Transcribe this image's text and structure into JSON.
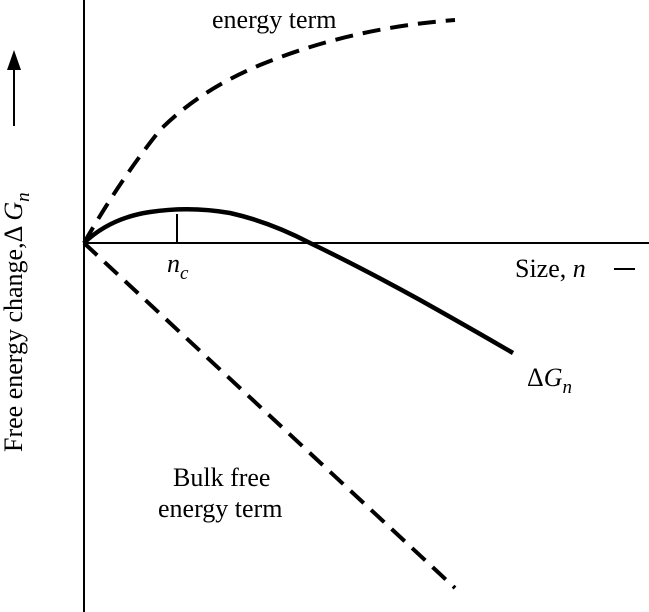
{
  "labels": {
    "surface_term": "energy term",
    "bulk_term_line1": "Bulk free",
    "bulk_term_line2": "energy term",
    "delta_g_symbol": "Δ",
    "delta_g_var": "G",
    "delta_g_sub": "n",
    "nc_var": "n",
    "nc_sub": "c",
    "size_text": "Size, ",
    "size_var": "n",
    "y_axis_text": "Free energy change,Δ ",
    "y_axis_var": "G",
    "y_axis_sub": "n"
  },
  "colors": {
    "ink": "#000000",
    "background": "#ffffff"
  }
}
